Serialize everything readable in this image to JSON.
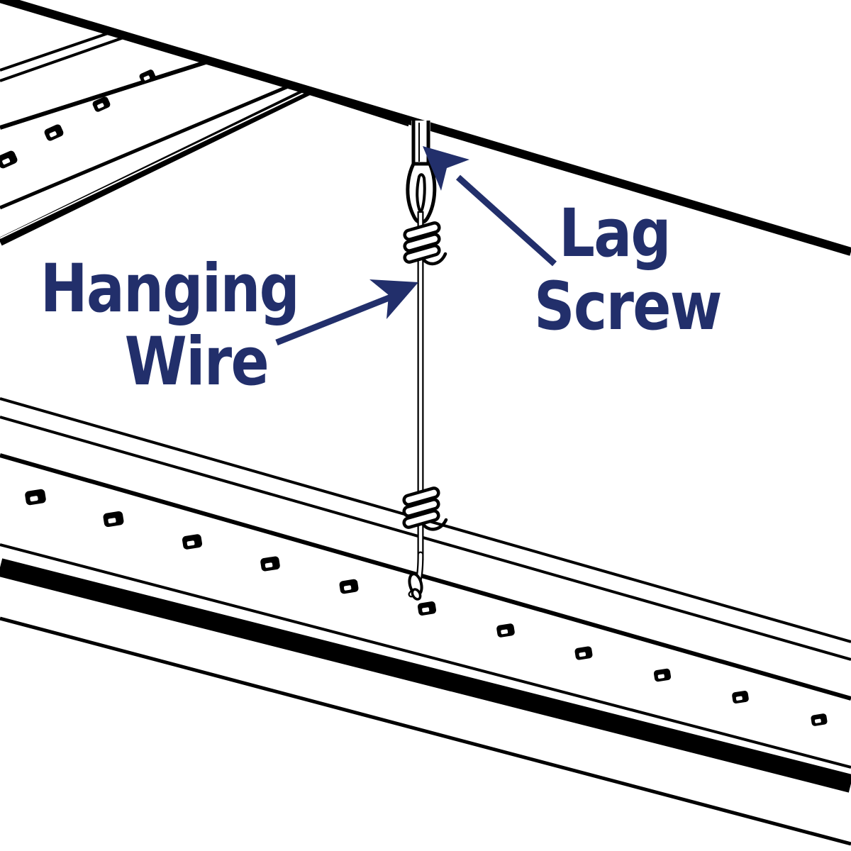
{
  "colors": {
    "background": "#ffffff",
    "ink": "#000000",
    "accent": "#222f6b"
  },
  "labels": {
    "hanging_wire": {
      "line1": "Hanging",
      "line2": "Wire"
    },
    "lag_screw": {
      "line1": "Lag",
      "line2": "Screw"
    }
  }
}
